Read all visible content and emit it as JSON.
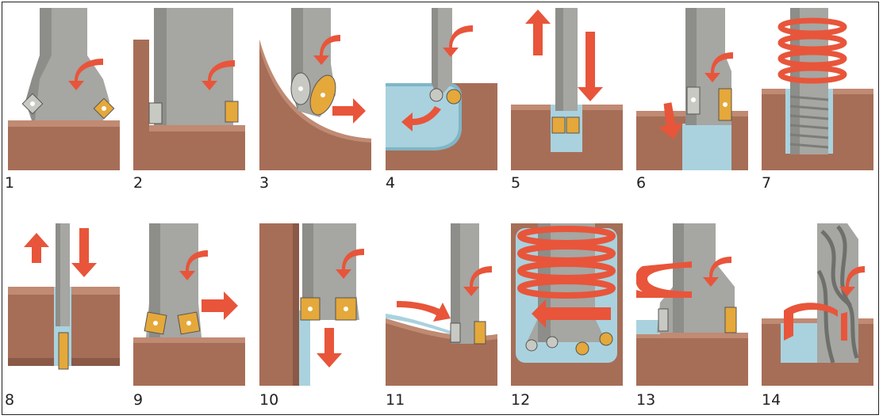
{
  "colors": {
    "workpiece": "#a66e57",
    "workpiece_light": "#d9b5a2",
    "tool_body": "#a6a6a2",
    "tool_dark": "#6f6f6b",
    "insert": "#e5a83a",
    "insert_grey": "#c9c9c4",
    "arrow": "#e8553a",
    "coolant_blue": "#a9d2de"
  },
  "operations": [
    {
      "label": "1",
      "icon": "face-milling-icon"
    },
    {
      "label": "2",
      "icon": "shoulder-milling-icon"
    },
    {
      "label": "3",
      "icon": "profile-milling-icon"
    },
    {
      "label": "4",
      "icon": "cavity-milling-icon"
    },
    {
      "label": "5",
      "icon": "slot-plunging-icon"
    },
    {
      "label": "6",
      "icon": "chamfer-milling-icon"
    },
    {
      "label": "7",
      "icon": "thread-milling-icon"
    },
    {
      "label": "8",
      "icon": "cut-off-icon"
    },
    {
      "label": "9",
      "icon": "high-feed-milling-icon"
    },
    {
      "label": "10",
      "icon": "plunge-milling-icon"
    },
    {
      "label": "11",
      "icon": "ramping-icon"
    },
    {
      "label": "12",
      "icon": "circular-interpolation-icon"
    },
    {
      "label": "13",
      "icon": "trochoidal-milling-icon"
    },
    {
      "label": "14",
      "icon": "helical-drilling-icon"
    }
  ]
}
